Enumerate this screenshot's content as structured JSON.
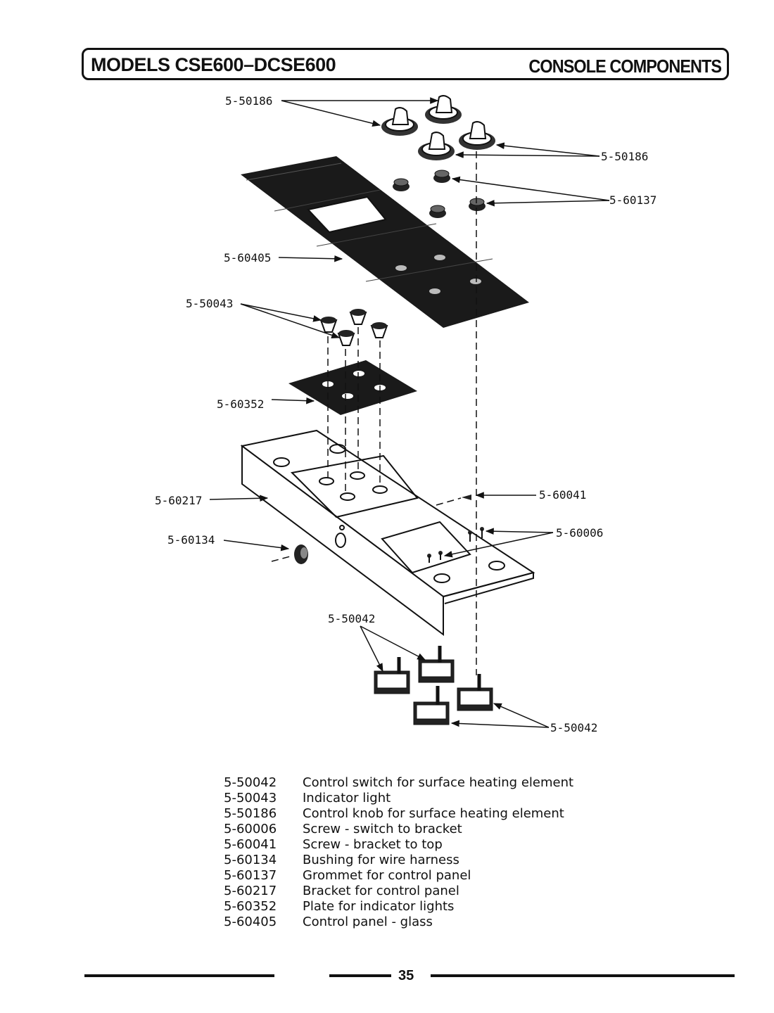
{
  "header": {
    "title_left": "MODELS CSE600–DCSE600",
    "title_right": "CONSOLE COMPONENTS"
  },
  "callouts": [
    {
      "id": "c1",
      "text": "5-50186"
    },
    {
      "id": "c2",
      "text": "5-50186"
    },
    {
      "id": "c3",
      "text": "5-60137"
    },
    {
      "id": "c4",
      "text": "5-60405"
    },
    {
      "id": "c5",
      "text": "5-50043"
    },
    {
      "id": "c6",
      "text": "5-60352"
    },
    {
      "id": "c7",
      "text": "5-60217"
    },
    {
      "id": "c8",
      "text": "5-60041"
    },
    {
      "id": "c9",
      "text": "5-60006"
    },
    {
      "id": "c10",
      "text": "5-60134"
    },
    {
      "id": "c11",
      "text": "5-50042"
    },
    {
      "id": "c12",
      "text": "5-50042"
    }
  ],
  "parts": [
    {
      "number": "5-50042",
      "description": "Control switch for surface heating element"
    },
    {
      "number": "5-50043",
      "description": "Indicator light"
    },
    {
      "number": "5-50186",
      "description": "Control knob for surface heating element"
    },
    {
      "number": "5-60006",
      "description": "Screw - switch to bracket"
    },
    {
      "number": "5-60041",
      "description": "Screw - bracket to top"
    },
    {
      "number": "5-60134",
      "description": "Bushing for wire harness"
    },
    {
      "number": "5-60137",
      "description": "Grommet for control panel"
    },
    {
      "number": "5-60217",
      "description": "Bracket for control panel"
    },
    {
      "number": "5-60352",
      "description": "Plate for indicator lights"
    },
    {
      "number": "5-60405",
      "description": "Control panel - glass"
    }
  ],
  "footer": {
    "page_number": "35"
  }
}
